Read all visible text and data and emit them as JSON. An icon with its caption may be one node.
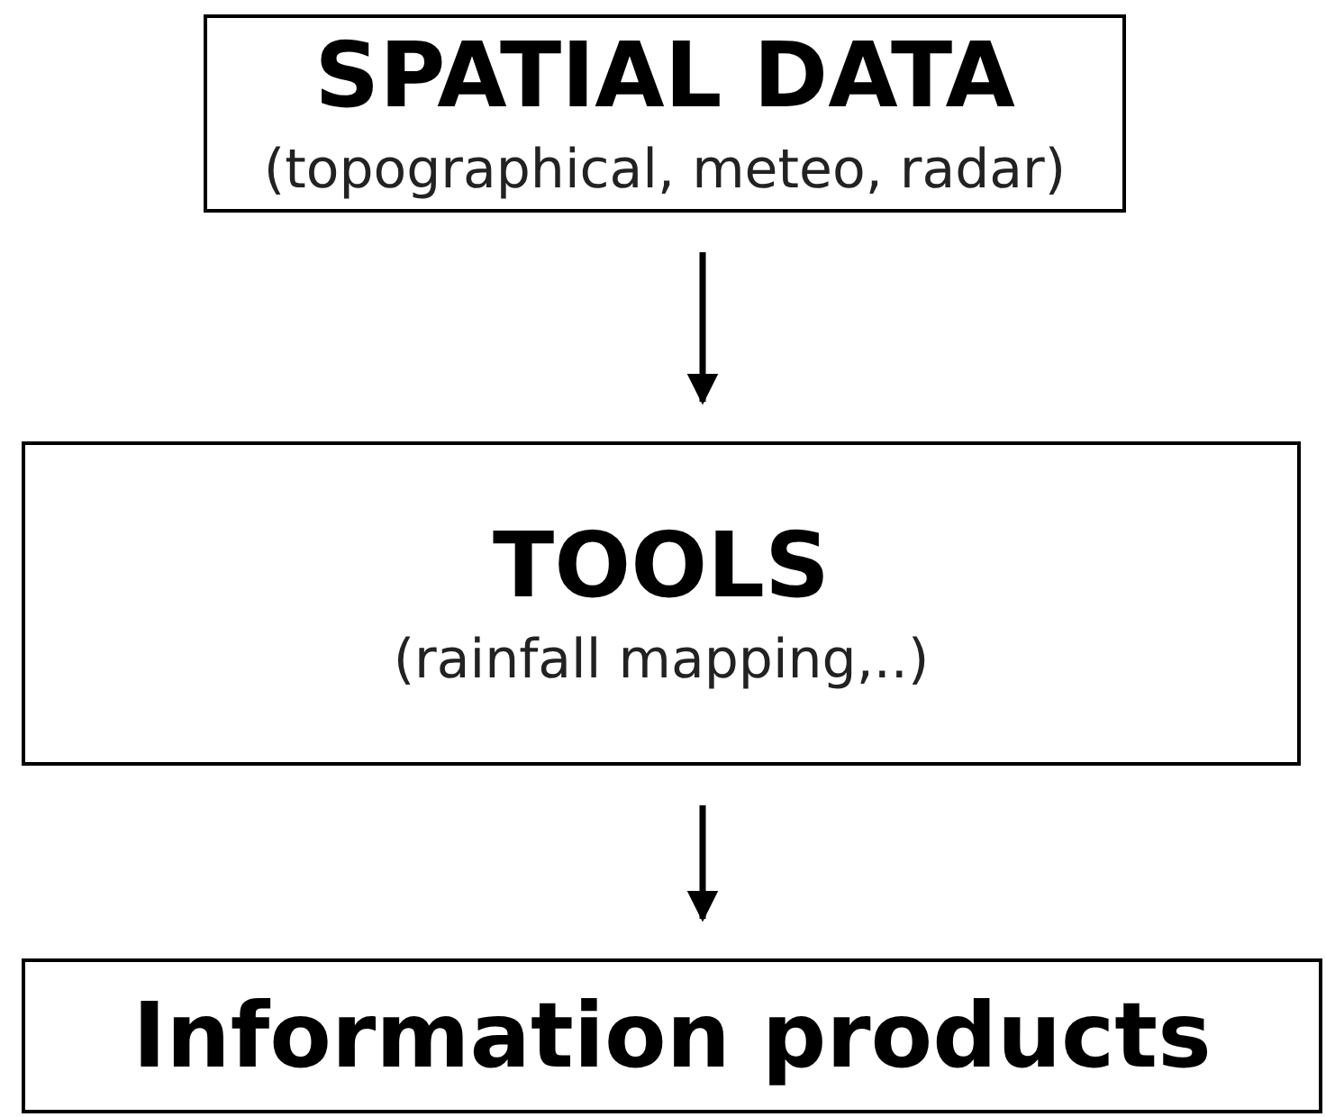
{
  "diagram": {
    "nodes": [
      {
        "text": [
          "SPATIAL DATA",
          "(topographical, meteo, radar)"
        ]
      },
      {
        "text": [
          "TOOLS",
          "(rainfall mapping,..)"
        ]
      },
      {
        "text": [
          "Information products"
        ]
      }
    ],
    "edges": [
      {
        "from": 0,
        "to": 1,
        "arrow": "to"
      },
      {
        "from": 1,
        "to": 2,
        "arrow": "to"
      }
    ]
  }
}
